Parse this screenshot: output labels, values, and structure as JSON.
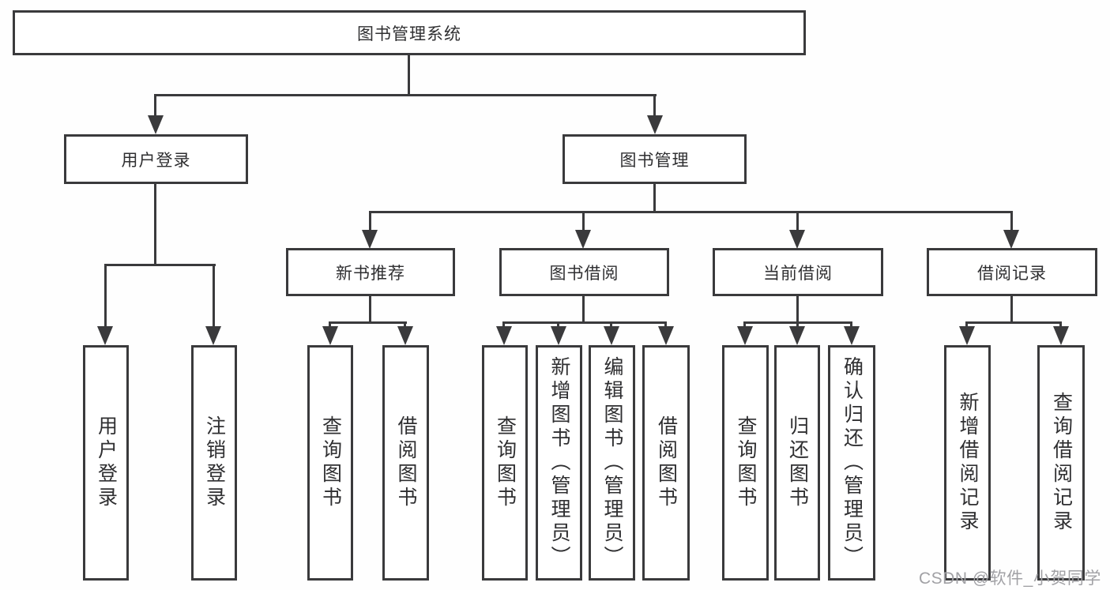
{
  "diagram_type": "hierarchy",
  "colors": {
    "line": "#3a3a3c",
    "text": "#2f2f31",
    "watermark": "#a1a1a5",
    "background": "#fefefe"
  },
  "root": {
    "label": "图书管理系统"
  },
  "level2": {
    "user_login": {
      "label": "用户登录"
    },
    "book_mgmt": {
      "label": "图书管理"
    }
  },
  "level3": {
    "new_books": {
      "label": "新书推荐"
    },
    "book_borrow": {
      "label": "图书借阅"
    },
    "current_borrow": {
      "label": "当前借阅"
    },
    "borrow_records": {
      "label": "借阅记录"
    }
  },
  "leaves": {
    "user_login": {
      "label": "用户登录"
    },
    "logout": {
      "label": "注销登录"
    },
    "new_query": {
      "label": "查询图书"
    },
    "new_borrow": {
      "label": "借阅图书"
    },
    "borrow_query": {
      "label": "查询图书"
    },
    "borrow_add": {
      "label": "新增图书（管理员）"
    },
    "borrow_edit": {
      "label": "编辑图书（管理员）"
    },
    "borrow_borrow": {
      "label": "借阅图书"
    },
    "current_query": {
      "label": "查询图书"
    },
    "current_return": {
      "label": "归还图书"
    },
    "current_confirm": {
      "label": "确认归还（管理员）"
    },
    "records_add": {
      "label": "新增借阅记录"
    },
    "records_query": {
      "label": "查询借阅记录"
    }
  },
  "hierarchy": {
    "图书管理系统": [
      "用户登录",
      "图书管理"
    ],
    "用户登录": [
      "用户登录",
      "注销登录"
    ],
    "图书管理": [
      "新书推荐",
      "图书借阅",
      "当前借阅",
      "借阅记录"
    ],
    "新书推荐": [
      "查询图书",
      "借阅图书"
    ],
    "图书借阅": [
      "查询图书",
      "新增图书（管理员）",
      "编辑图书（管理员）",
      "借阅图书"
    ],
    "当前借阅": [
      "查询图书",
      "归还图书",
      "确认归还（管理员）"
    ],
    "借阅记录": [
      "新增借阅记录",
      "查询借阅记录"
    ]
  },
  "watermark": {
    "text": "CSDN @软件_小贺同学"
  }
}
